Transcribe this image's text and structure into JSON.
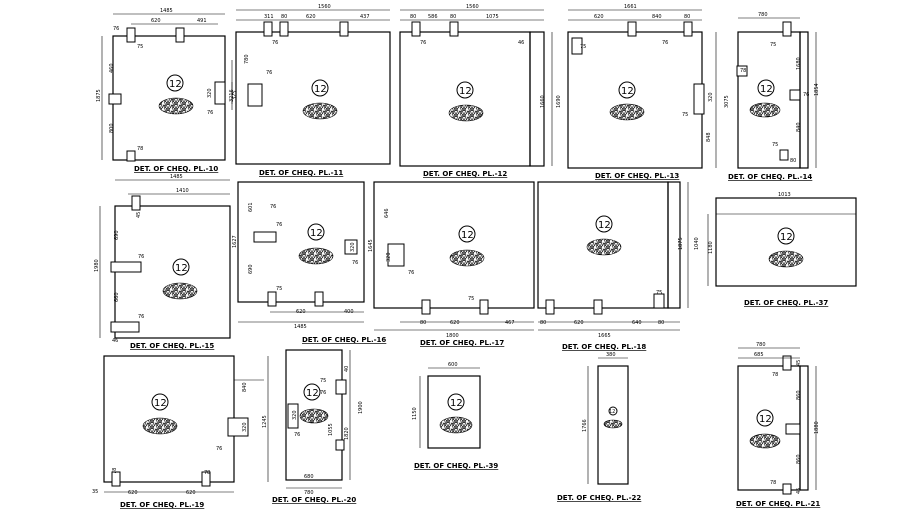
{
  "plates": [
    {
      "id": "p10",
      "title": "DET. OF CHEQ. PL.-10",
      "dims": [
        "1485",
        "620",
        "491",
        "76",
        "75",
        "460",
        "1875",
        "800",
        "78",
        "320",
        "325",
        "76"
      ],
      "mark": "12"
    },
    {
      "id": "p11",
      "title": "DET. OF CHEQ. PL.-11",
      "dims": [
        "1560",
        "311",
        "80",
        "620",
        "437",
        "76",
        "780",
        "76",
        "3216"
      ],
      "mark": "12"
    },
    {
      "id": "p12",
      "title": "DET. OF CHEQ. PL.-12",
      "dims": [
        "1560",
        "80",
        "586",
        "80",
        "1075",
        "76",
        "46",
        "1660",
        "1690"
      ],
      "mark": "12"
    },
    {
      "id": "p13",
      "title": "DET. OF CHEQ. PL.-13",
      "dims": [
        "1661",
        "620",
        "840",
        "80",
        "75",
        "76",
        "3075",
        "320",
        "75",
        "848"
      ],
      "mark": "12"
    },
    {
      "id": "p14",
      "title": "DET. OF CHEQ. PL.-14",
      "dims": [
        "780",
        "75",
        "78",
        "76",
        "1680",
        "1854",
        "840",
        "75",
        "80"
      ],
      "mark": "12"
    },
    {
      "id": "p15",
      "title": "DET. OF CHEQ. PL.-15",
      "dims": [
        "1485",
        "1410",
        "45",
        "690",
        "76",
        "1980",
        "660",
        "76",
        "46"
      ],
      "mark": "12"
    },
    {
      "id": "p16",
      "title": "DET. OF CHEQ. PL.-16",
      "dims": [
        "601",
        "76",
        "1627",
        "690",
        "320",
        "1645",
        "76",
        "76",
        "75",
        "620",
        "400",
        "1485"
      ],
      "mark": "12"
    },
    {
      "id": "p17",
      "title": "DET. OF CHEQ. PL.-17",
      "dims": [
        "646",
        "320",
        "76",
        "75",
        "80",
        "620",
        "467",
        "1800"
      ],
      "mark": "12"
    },
    {
      "id": "p18",
      "title": "DET. OF CHEQ. PL.-18",
      "dims": [
        "1875",
        "75",
        "80",
        "620",
        "640",
        "80",
        "1665",
        "1040"
      ],
      "mark": "12"
    },
    {
      "id": "p37",
      "title": "DET. OF CHEQ. PL.-37",
      "dims": [
        "1013",
        "1180"
      ],
      "mark": "12"
    },
    {
      "id": "p19",
      "title": "DET. OF CHEQ. PL.-19",
      "dims": [
        "840",
        "1245",
        "320",
        "76",
        "78",
        "35",
        "620",
        "620",
        "78"
      ],
      "mark": "12"
    },
    {
      "id": "p20",
      "title": "DET. OF CHEQ. PL.-20",
      "dims": [
        "75",
        "40",
        "76",
        "320",
        "1900",
        "1055",
        "76",
        "1820",
        "680",
        "780"
      ],
      "mark": "12"
    },
    {
      "id": "p39",
      "title": "DET. OF CHEQ. PL.-39",
      "dims": [
        "600",
        "1150"
      ],
      "mark": "12"
    },
    {
      "id": "p22",
      "title": "DET. OF CHEQ. PL.-22",
      "dims": [
        "380",
        "1766"
      ],
      "mark": "12"
    },
    {
      "id": "p21",
      "title": "DET. OF CHEQ. PL.-21",
      "dims": [
        "780",
        "685",
        "45",
        "78",
        "860",
        "1880",
        "860",
        "78",
        "45"
      ],
      "mark": "12"
    }
  ]
}
